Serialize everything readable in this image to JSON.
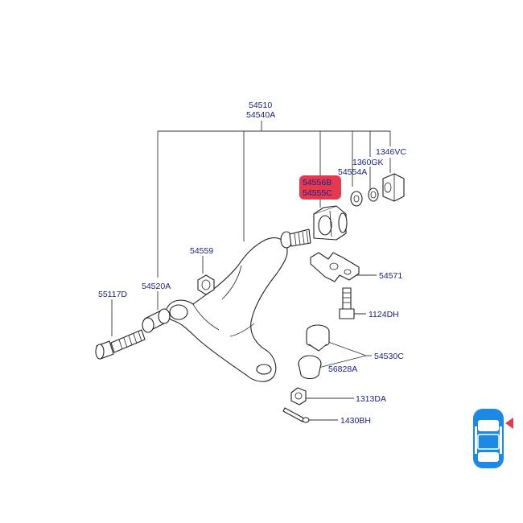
{
  "labels": {
    "arm_assy_1": "54510",
    "arm_assy_2": "54540A",
    "highlight_1": "54556B",
    "highlight_2": "54555C",
    "washer_a": "54554A",
    "washer_b": "1360GK",
    "nut_top": "1346VC",
    "nut_small": "54559",
    "bushing": "54520A",
    "bolt_long": "55117D",
    "bracket": "54571",
    "bolt_bracket": "1124DH",
    "ball_joint": "54530C",
    "boot": "56828A",
    "castle_nut": "1313DA",
    "cotter_pin": "1430BH"
  },
  "colors": {
    "label_text": "#1a237e",
    "highlight": "#e53950",
    "car_body": "#1e88e5",
    "car_marker": "#e53950"
  },
  "icons": {
    "car": "car-top-view-icon"
  }
}
